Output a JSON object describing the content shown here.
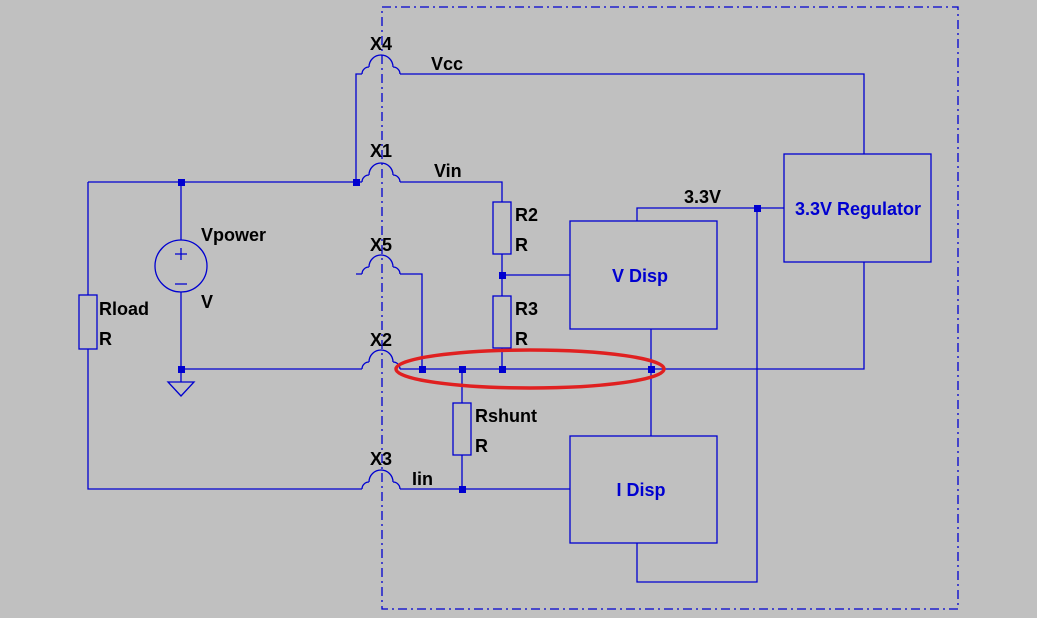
{
  "colors": {
    "background": "#c0c0c0",
    "wire": "#0000d0",
    "text": "#000000",
    "highlight": "#e02020"
  },
  "components": {
    "rload": {
      "name": "Rload",
      "value": "R"
    },
    "r2": {
      "name": "R2",
      "value": "R"
    },
    "r3": {
      "name": "R3",
      "value": "R"
    },
    "rshunt": {
      "name": "Rshunt",
      "value": "R"
    },
    "vpower": {
      "name": "Vpower",
      "value": "V"
    }
  },
  "ports": {
    "x1": "X1",
    "x2": "X2",
    "x3": "X3",
    "x4": "X4",
    "x5": "X5"
  },
  "nets": {
    "vcc": "Vcc",
    "vin": "Vin",
    "iin": "Iin",
    "v33": "3.3V"
  },
  "blocks": {
    "regulator": "3.3V Regulator",
    "vdisp": "V Disp",
    "idisp": "I Disp"
  }
}
